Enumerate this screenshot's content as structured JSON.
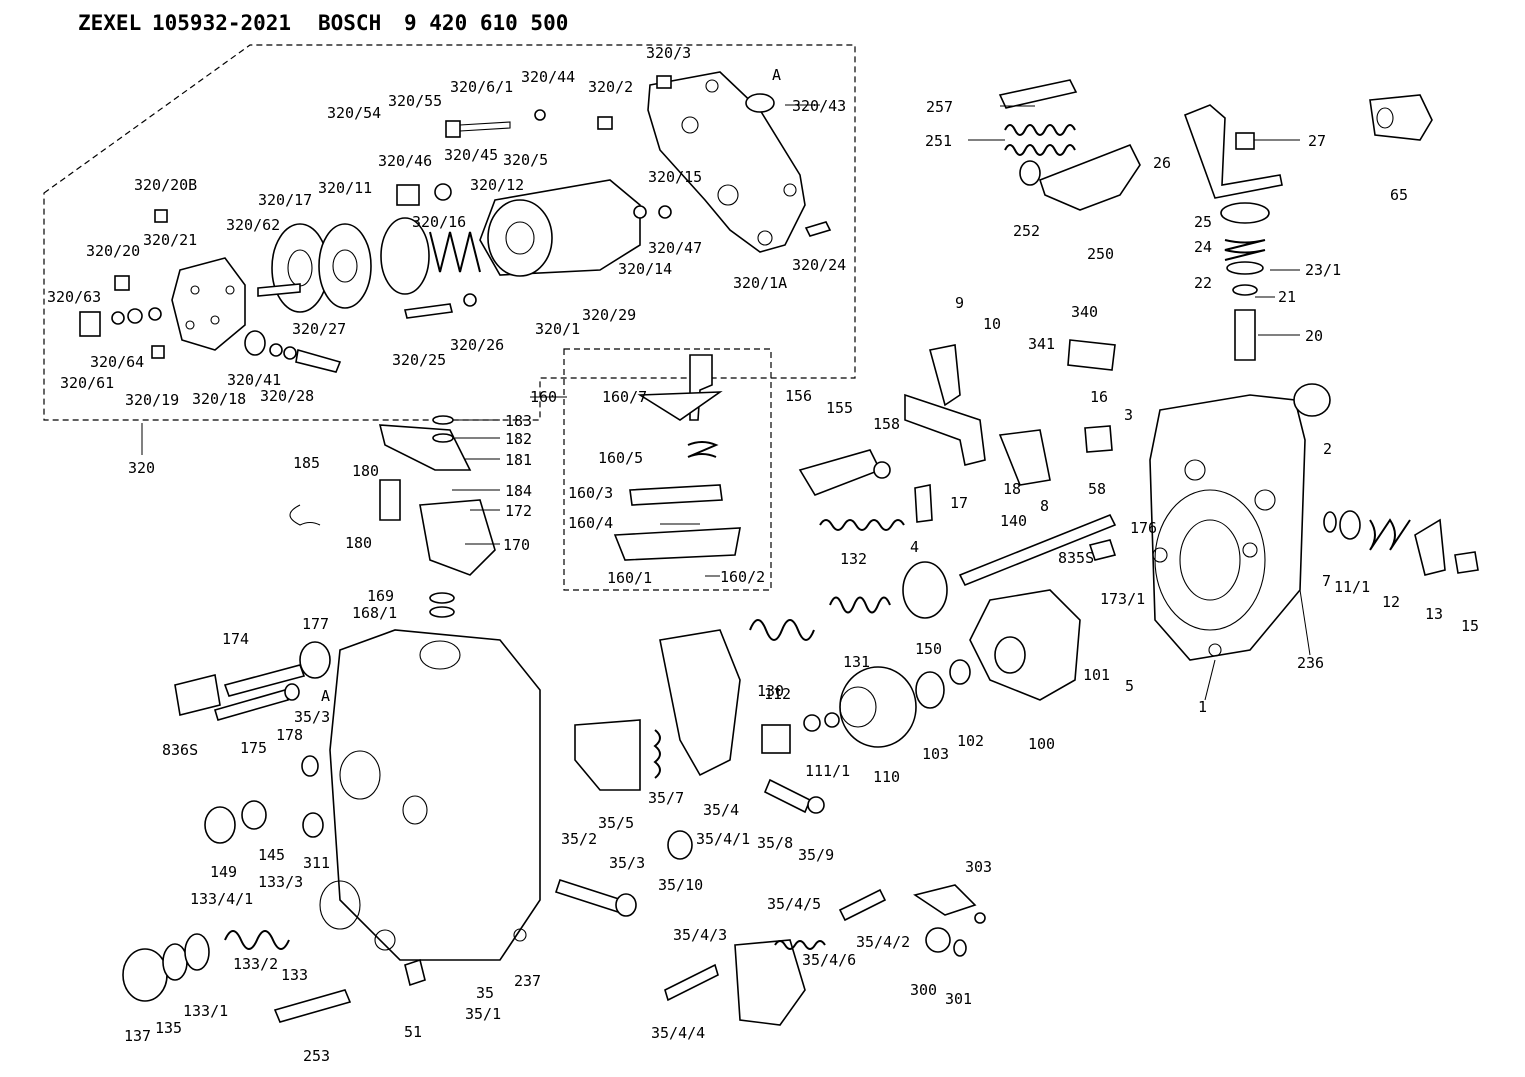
{
  "header": {
    "brand1": "ZEXEL",
    "part1": "105932-2021",
    "brand2": "BOSCH",
    "part2": "9 420 610 500"
  },
  "labels": [
    {
      "id": "l-320-3",
      "text": "320/3"
    },
    {
      "id": "l-A-top",
      "text": "A"
    },
    {
      "id": "l-320-2",
      "text": "320/2"
    },
    {
      "id": "l-320-43",
      "text": "320/43"
    },
    {
      "id": "l-320-44",
      "text": "320/44"
    },
    {
      "id": "l-320-6-1",
      "text": "320/6/1"
    },
    {
      "id": "l-320-55",
      "text": "320/55"
    },
    {
      "id": "l-320-54",
      "text": "320/54"
    },
    {
      "id": "l-320-46",
      "text": "320/46"
    },
    {
      "id": "l-320-45",
      "text": "320/45"
    },
    {
      "id": "l-320-5",
      "text": "320/5"
    },
    {
      "id": "l-320-15",
      "text": "320/15"
    },
    {
      "id": "l-320-20B",
      "text": "320/20B"
    },
    {
      "id": "l-320-17",
      "text": "320/17"
    },
    {
      "id": "l-320-11",
      "text": "320/11"
    },
    {
      "id": "l-320-12",
      "text": "320/12"
    },
    {
      "id": "l-320-21",
      "text": "320/21"
    },
    {
      "id": "l-320-62",
      "text": "320/62"
    },
    {
      "id": "l-320-16",
      "text": "320/16"
    },
    {
      "id": "l-320-47",
      "text": "320/47"
    },
    {
      "id": "l-320-14",
      "text": "320/14"
    },
    {
      "id": "l-320-24",
      "text": "320/24"
    },
    {
      "id": "l-320-20",
      "text": "320/20"
    },
    {
      "id": "l-320-1A",
      "text": "320/1A"
    },
    {
      "id": "l-320-63",
      "text": "320/63"
    },
    {
      "id": "l-320-27",
      "text": "320/27"
    },
    {
      "id": "l-320-1",
      "text": "320/1"
    },
    {
      "id": "l-320-29",
      "text": "320/29"
    },
    {
      "id": "l-320-64",
      "text": "320/64"
    },
    {
      "id": "l-320-25",
      "text": "320/25"
    },
    {
      "id": "l-320-26",
      "text": "320/26"
    },
    {
      "id": "l-320-61",
      "text": "320/61"
    },
    {
      "id": "l-320-41",
      "text": "320/41"
    },
    {
      "id": "l-320-19",
      "text": "320/19"
    },
    {
      "id": "l-320-18",
      "text": "320/18"
    },
    {
      "id": "l-320-28",
      "text": "320/28"
    },
    {
      "id": "l-320",
      "text": "320"
    },
    {
      "id": "l-257",
      "text": "257"
    },
    {
      "id": "l-251",
      "text": "251"
    },
    {
      "id": "l-252",
      "text": "252"
    },
    {
      "id": "l-250",
      "text": "250"
    },
    {
      "id": "l-27",
      "text": "27"
    },
    {
      "id": "l-26",
      "text": "26"
    },
    {
      "id": "l-25",
      "text": "25"
    },
    {
      "id": "l-24",
      "text": "24"
    },
    {
      "id": "l-23-1",
      "text": "23/1"
    },
    {
      "id": "l-22",
      "text": "22"
    },
    {
      "id": "l-21",
      "text": "21"
    },
    {
      "id": "l-20",
      "text": "20"
    },
    {
      "id": "l-65",
      "text": "65"
    },
    {
      "id": "l-9",
      "text": "9"
    },
    {
      "id": "l-10",
      "text": "10"
    },
    {
      "id": "l-340",
      "text": "340"
    },
    {
      "id": "l-341",
      "text": "341"
    },
    {
      "id": "l-16",
      "text": "16"
    },
    {
      "id": "l-3",
      "text": "3"
    },
    {
      "id": "l-2",
      "text": "2"
    },
    {
      "id": "l-160",
      "text": "160"
    },
    {
      "id": "l-160-7",
      "text": "160/7"
    },
    {
      "id": "l-160-5",
      "text": "160/5"
    },
    {
      "id": "l-160-3",
      "text": "160/3"
    },
    {
      "id": "l-160-4",
      "text": "160/4"
    },
    {
      "id": "l-160-1",
      "text": "160/1"
    },
    {
      "id": "l-160-2",
      "text": "160/2"
    },
    {
      "id": "l-183",
      "text": "183"
    },
    {
      "id": "l-182",
      "text": "182"
    },
    {
      "id": "l-181",
      "text": "181"
    },
    {
      "id": "l-180a",
      "text": "180"
    },
    {
      "id": "l-184",
      "text": "184"
    },
    {
      "id": "l-172",
      "text": "172"
    },
    {
      "id": "l-180b",
      "text": "180"
    },
    {
      "id": "l-170",
      "text": "170"
    },
    {
      "id": "l-185",
      "text": "185"
    },
    {
      "id": "l-169",
      "text": "169"
    },
    {
      "id": "l-168-1",
      "text": "168/1"
    },
    {
      "id": "l-156",
      "text": "156"
    },
    {
      "id": "l-155",
      "text": "155"
    },
    {
      "id": "l-158",
      "text": "158"
    },
    {
      "id": "l-17",
      "text": "17"
    },
    {
      "id": "l-18",
      "text": "18"
    },
    {
      "id": "l-8",
      "text": "8"
    },
    {
      "id": "l-58",
      "text": "58"
    },
    {
      "id": "l-176",
      "text": "176"
    },
    {
      "id": "l-7",
      "text": "7"
    },
    {
      "id": "l-11-1",
      "text": "11/1"
    },
    {
      "id": "l-12",
      "text": "12"
    },
    {
      "id": "l-13",
      "text": "13"
    },
    {
      "id": "l-15",
      "text": "15"
    },
    {
      "id": "l-132",
      "text": "132"
    },
    {
      "id": "l-4",
      "text": "4"
    },
    {
      "id": "l-140",
      "text": "140"
    },
    {
      "id": "l-835S",
      "text": "835S"
    },
    {
      "id": "l-173-1",
      "text": "173/1"
    },
    {
      "id": "l-236",
      "text": "236"
    },
    {
      "id": "l-174",
      "text": "174"
    },
    {
      "id": "l-177",
      "text": "177"
    },
    {
      "id": "l-131",
      "text": "131"
    },
    {
      "id": "l-150",
      "text": "150"
    },
    {
      "id": "l-101",
      "text": "101"
    },
    {
      "id": "l-5",
      "text": "5"
    },
    {
      "id": "l-1",
      "text": "1"
    },
    {
      "id": "l-130",
      "text": "130"
    },
    {
      "id": "l-112",
      "text": "112"
    },
    {
      "id": "l-A-mid",
      "text": "A"
    },
    {
      "id": "l-35-3a",
      "text": "35/3"
    },
    {
      "id": "l-178",
      "text": "178"
    },
    {
      "id": "l-175",
      "text": "175"
    },
    {
      "id": "l-836S",
      "text": "836S"
    },
    {
      "id": "l-103",
      "text": "103"
    },
    {
      "id": "l-102",
      "text": "102"
    },
    {
      "id": "l-100",
      "text": "100"
    },
    {
      "id": "l-110",
      "text": "110"
    },
    {
      "id": "l-111-1",
      "text": "111/1"
    },
    {
      "id": "l-35-7",
      "text": "35/7"
    },
    {
      "id": "l-35-4",
      "text": "35/4"
    },
    {
      "id": "l-35-5",
      "text": "35/5"
    },
    {
      "id": "l-149",
      "text": "149"
    },
    {
      "id": "l-145",
      "text": "145"
    },
    {
      "id": "l-311",
      "text": "311"
    },
    {
      "id": "l-35-2",
      "text": "35/2"
    },
    {
      "id": "l-35-4-1",
      "text": "35/4/1"
    },
    {
      "id": "l-35-8",
      "text": "35/8"
    },
    {
      "id": "l-35-9",
      "text": "35/9"
    },
    {
      "id": "l-35-3b",
      "text": "35/3"
    },
    {
      "id": "l-35-10",
      "text": "35/10"
    },
    {
      "id": "l-303",
      "text": "303"
    },
    {
      "id": "l-133-4-1",
      "text": "133/4/1"
    },
    {
      "id": "l-133-3",
      "text": "133/3"
    },
    {
      "id": "l-35-4-5",
      "text": "35/4/5"
    },
    {
      "id": "l-35-4-3",
      "text": "35/4/3"
    },
    {
      "id": "l-35-4-2",
      "text": "35/4/2"
    },
    {
      "id": "l-35-4-6",
      "text": "35/4/6"
    },
    {
      "id": "l-133-2",
      "text": "133/2"
    },
    {
      "id": "l-133",
      "text": "133"
    },
    {
      "id": "l-237",
      "text": "237"
    },
    {
      "id": "l-300",
      "text": "300"
    },
    {
      "id": "l-301",
      "text": "301"
    },
    {
      "id": "l-35",
      "text": "35"
    },
    {
      "id": "l-35-1",
      "text": "35/1"
    },
    {
      "id": "l-133-1",
      "text": "133/1"
    },
    {
      "id": "l-51",
      "text": "51"
    },
    {
      "id": "l-137",
      "text": "137"
    },
    {
      "id": "l-135",
      "text": "135"
    },
    {
      "id": "l-35-4-4",
      "text": "35/4/4"
    },
    {
      "id": "l-253",
      "text": "253"
    }
  ]
}
